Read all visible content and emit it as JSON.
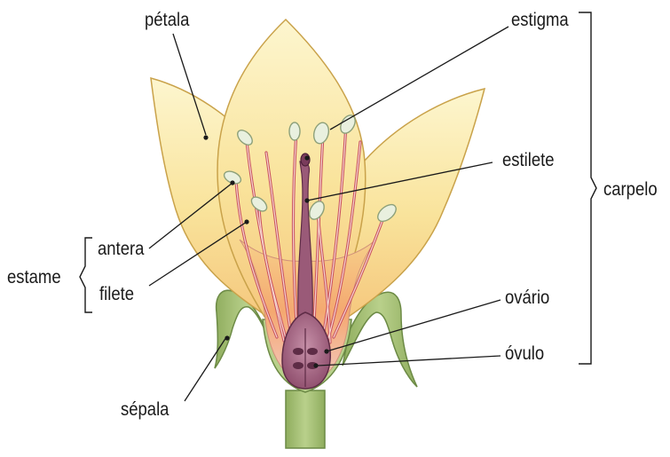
{
  "labels": {
    "petala": "pétala",
    "estigma": "estigma",
    "estilete": "estilete",
    "carpelo": "carpelo",
    "antera": "antera",
    "estame": "estame",
    "filete": "filete",
    "ovario": "ovário",
    "ovulo": "óvulo",
    "sepala": "sépala"
  },
  "colors": {
    "petal_light": "#fbf3c4",
    "petal_mid": "#f6d98a",
    "petal_edge": "#c9a24a",
    "inner_orange": "#f5b77a",
    "inner_pink": "#f4c4b0",
    "filament": "#d9707a",
    "anther": "#e6eedd",
    "sepal": "#a8c27a",
    "sepal_edge": "#6c8a45",
    "ovary": "#9a5a78",
    "ovule": "#5e2c46",
    "line": "#1a1a1a"
  }
}
